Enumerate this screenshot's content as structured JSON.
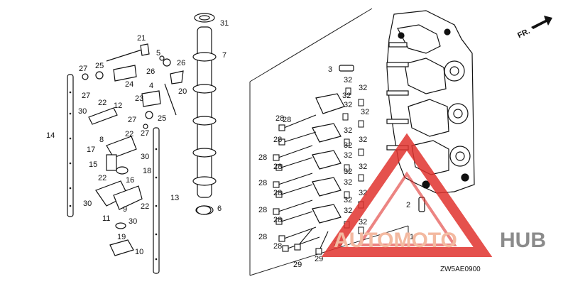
{
  "diagram": {
    "code": "ZW5AE0900",
    "direction_label": "FR.",
    "watermark": {
      "part1": "AUTOMOTO",
      "part2": "HUB",
      "color_red": "#e0322e",
      "color_orange": "#f2a27f",
      "color_gray": "#8b8b8b"
    },
    "callouts": [
      {
        "num": "21"
      },
      {
        "num": "5"
      },
      {
        "num": "26"
      },
      {
        "num": "26"
      },
      {
        "num": "27"
      },
      {
        "num": "25"
      },
      {
        "num": "24"
      },
      {
        "num": "20"
      },
      {
        "num": "27"
      },
      {
        "num": "4"
      },
      {
        "num": "23"
      },
      {
        "num": "22"
      },
      {
        "num": "12"
      },
      {
        "num": "30"
      },
      {
        "num": "25"
      },
      {
        "num": "27"
      },
      {
        "num": "27"
      },
      {
        "num": "14"
      },
      {
        "num": "8"
      },
      {
        "num": "22"
      },
      {
        "num": "17"
      },
      {
        "num": "30"
      },
      {
        "num": "15"
      },
      {
        "num": "18"
      },
      {
        "num": "16"
      },
      {
        "num": "22"
      },
      {
        "num": "30"
      },
      {
        "num": "9"
      },
      {
        "num": "22"
      },
      {
        "num": "11"
      },
      {
        "num": "30"
      },
      {
        "num": "19"
      },
      {
        "num": "10"
      },
      {
        "num": "13"
      },
      {
        "num": "31"
      },
      {
        "num": "7"
      },
      {
        "num": "6"
      },
      {
        "num": "3"
      },
      {
        "num": "32"
      },
      {
        "num": "32"
      },
      {
        "num": "32"
      },
      {
        "num": "32"
      },
      {
        "num": "32"
      },
      {
        "num": "32"
      },
      {
        "num": "32"
      },
      {
        "num": "32"
      },
      {
        "num": "32"
      },
      {
        "num": "32"
      },
      {
        "num": "32"
      },
      {
        "num": "32"
      },
      {
        "num": "32"
      },
      {
        "num": "32"
      },
      {
        "num": "32"
      },
      {
        "num": "32"
      },
      {
        "num": "28"
      },
      {
        "num": "28"
      },
      {
        "num": "28"
      },
      {
        "num": "28"
      },
      {
        "num": "28"
      },
      {
        "num": "28"
      },
      {
        "num": "28"
      },
      {
        "num": "28"
      },
      {
        "num": "28"
      },
      {
        "num": "28"
      },
      {
        "num": "28"
      },
      {
        "num": "28"
      },
      {
        "num": "29"
      },
      {
        "num": "29"
      },
      {
        "num": "2"
      },
      {
        "num": "1"
      }
    ]
  }
}
